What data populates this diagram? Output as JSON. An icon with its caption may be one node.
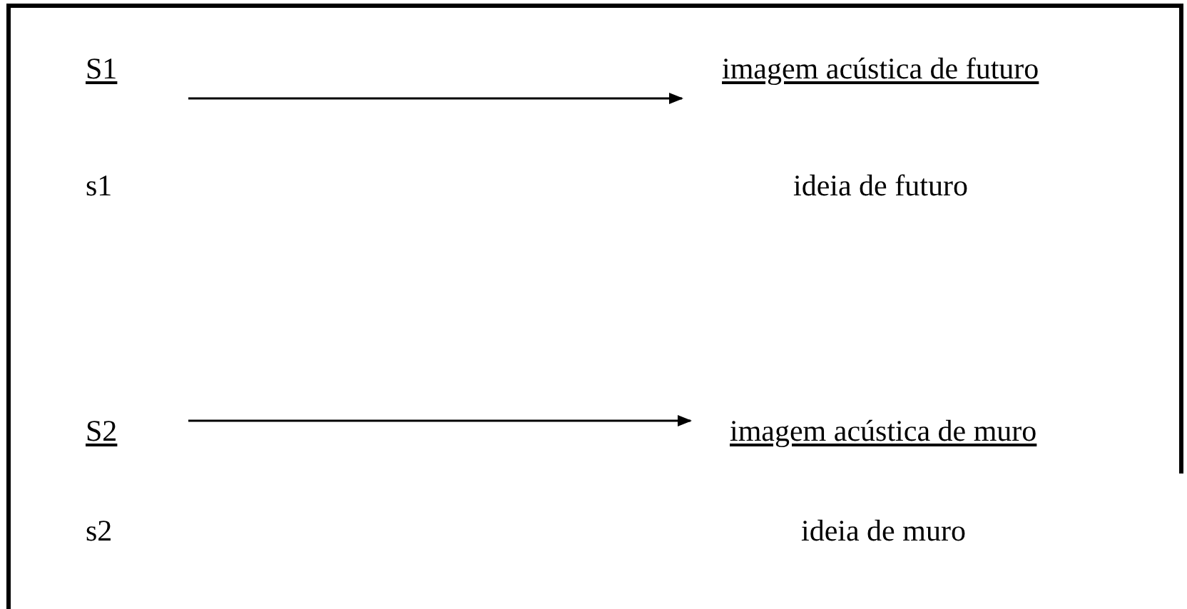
{
  "diagram": {
    "nodes": [
      {
        "text": [
          "S1"
        ]
      },
      {
        "text": [
          "imagem acústica de futuro"
        ]
      },
      {
        "text": [
          "S2"
        ]
      },
      {
        "text": [
          "imagem acústica de muro"
        ]
      }
    ],
    "edges": [
      {
        "from": 0,
        "to": 1,
        "arrow": "to"
      },
      {
        "from": 2,
        "to": 3,
        "arrow": "to"
      }
    ],
    "labels": [
      "s1",
      "ideia de futuro",
      "s2",
      "ideia de muro"
    ]
  }
}
